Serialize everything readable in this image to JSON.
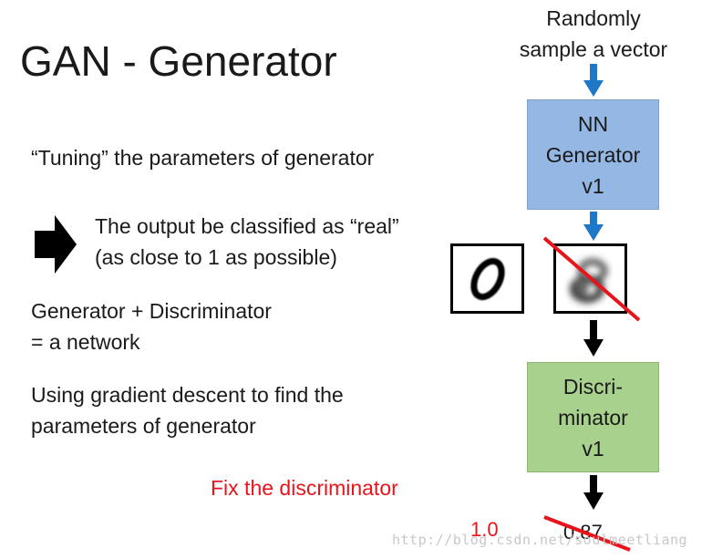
{
  "slide": {
    "title": "GAN - Generator",
    "line_tuning": "“Tuning” the parameters of generator",
    "output_line1": "The output be classified as “real”",
    "output_line2": "(as close to 1 as possible)",
    "network_line1": "Generator + Discriminator",
    "network_line2": "= a network",
    "gradient_line1": "Using gradient descent to find the",
    "gradient_line2": "parameters of generator",
    "fix_label": "Fix the discriminator"
  },
  "diagram": {
    "input_line1": "Randomly",
    "input_line2": "sample a vector",
    "generator_line1": "NN",
    "generator_line2": "Generator",
    "generator_line3": "v1",
    "discriminator_line1": "Discri-",
    "discriminator_line2": "minator",
    "discriminator_line3": "v1",
    "score_old": "0.87",
    "score_new": "1.0"
  },
  "watermark": "http://blog.csdn.net/soulmeetliang",
  "colors": {
    "generator_fill": "#95b7e4",
    "discriminator_fill": "#a9d18e",
    "blue_arrow": "#1f77c8",
    "red_accent": "#e8141c"
  }
}
